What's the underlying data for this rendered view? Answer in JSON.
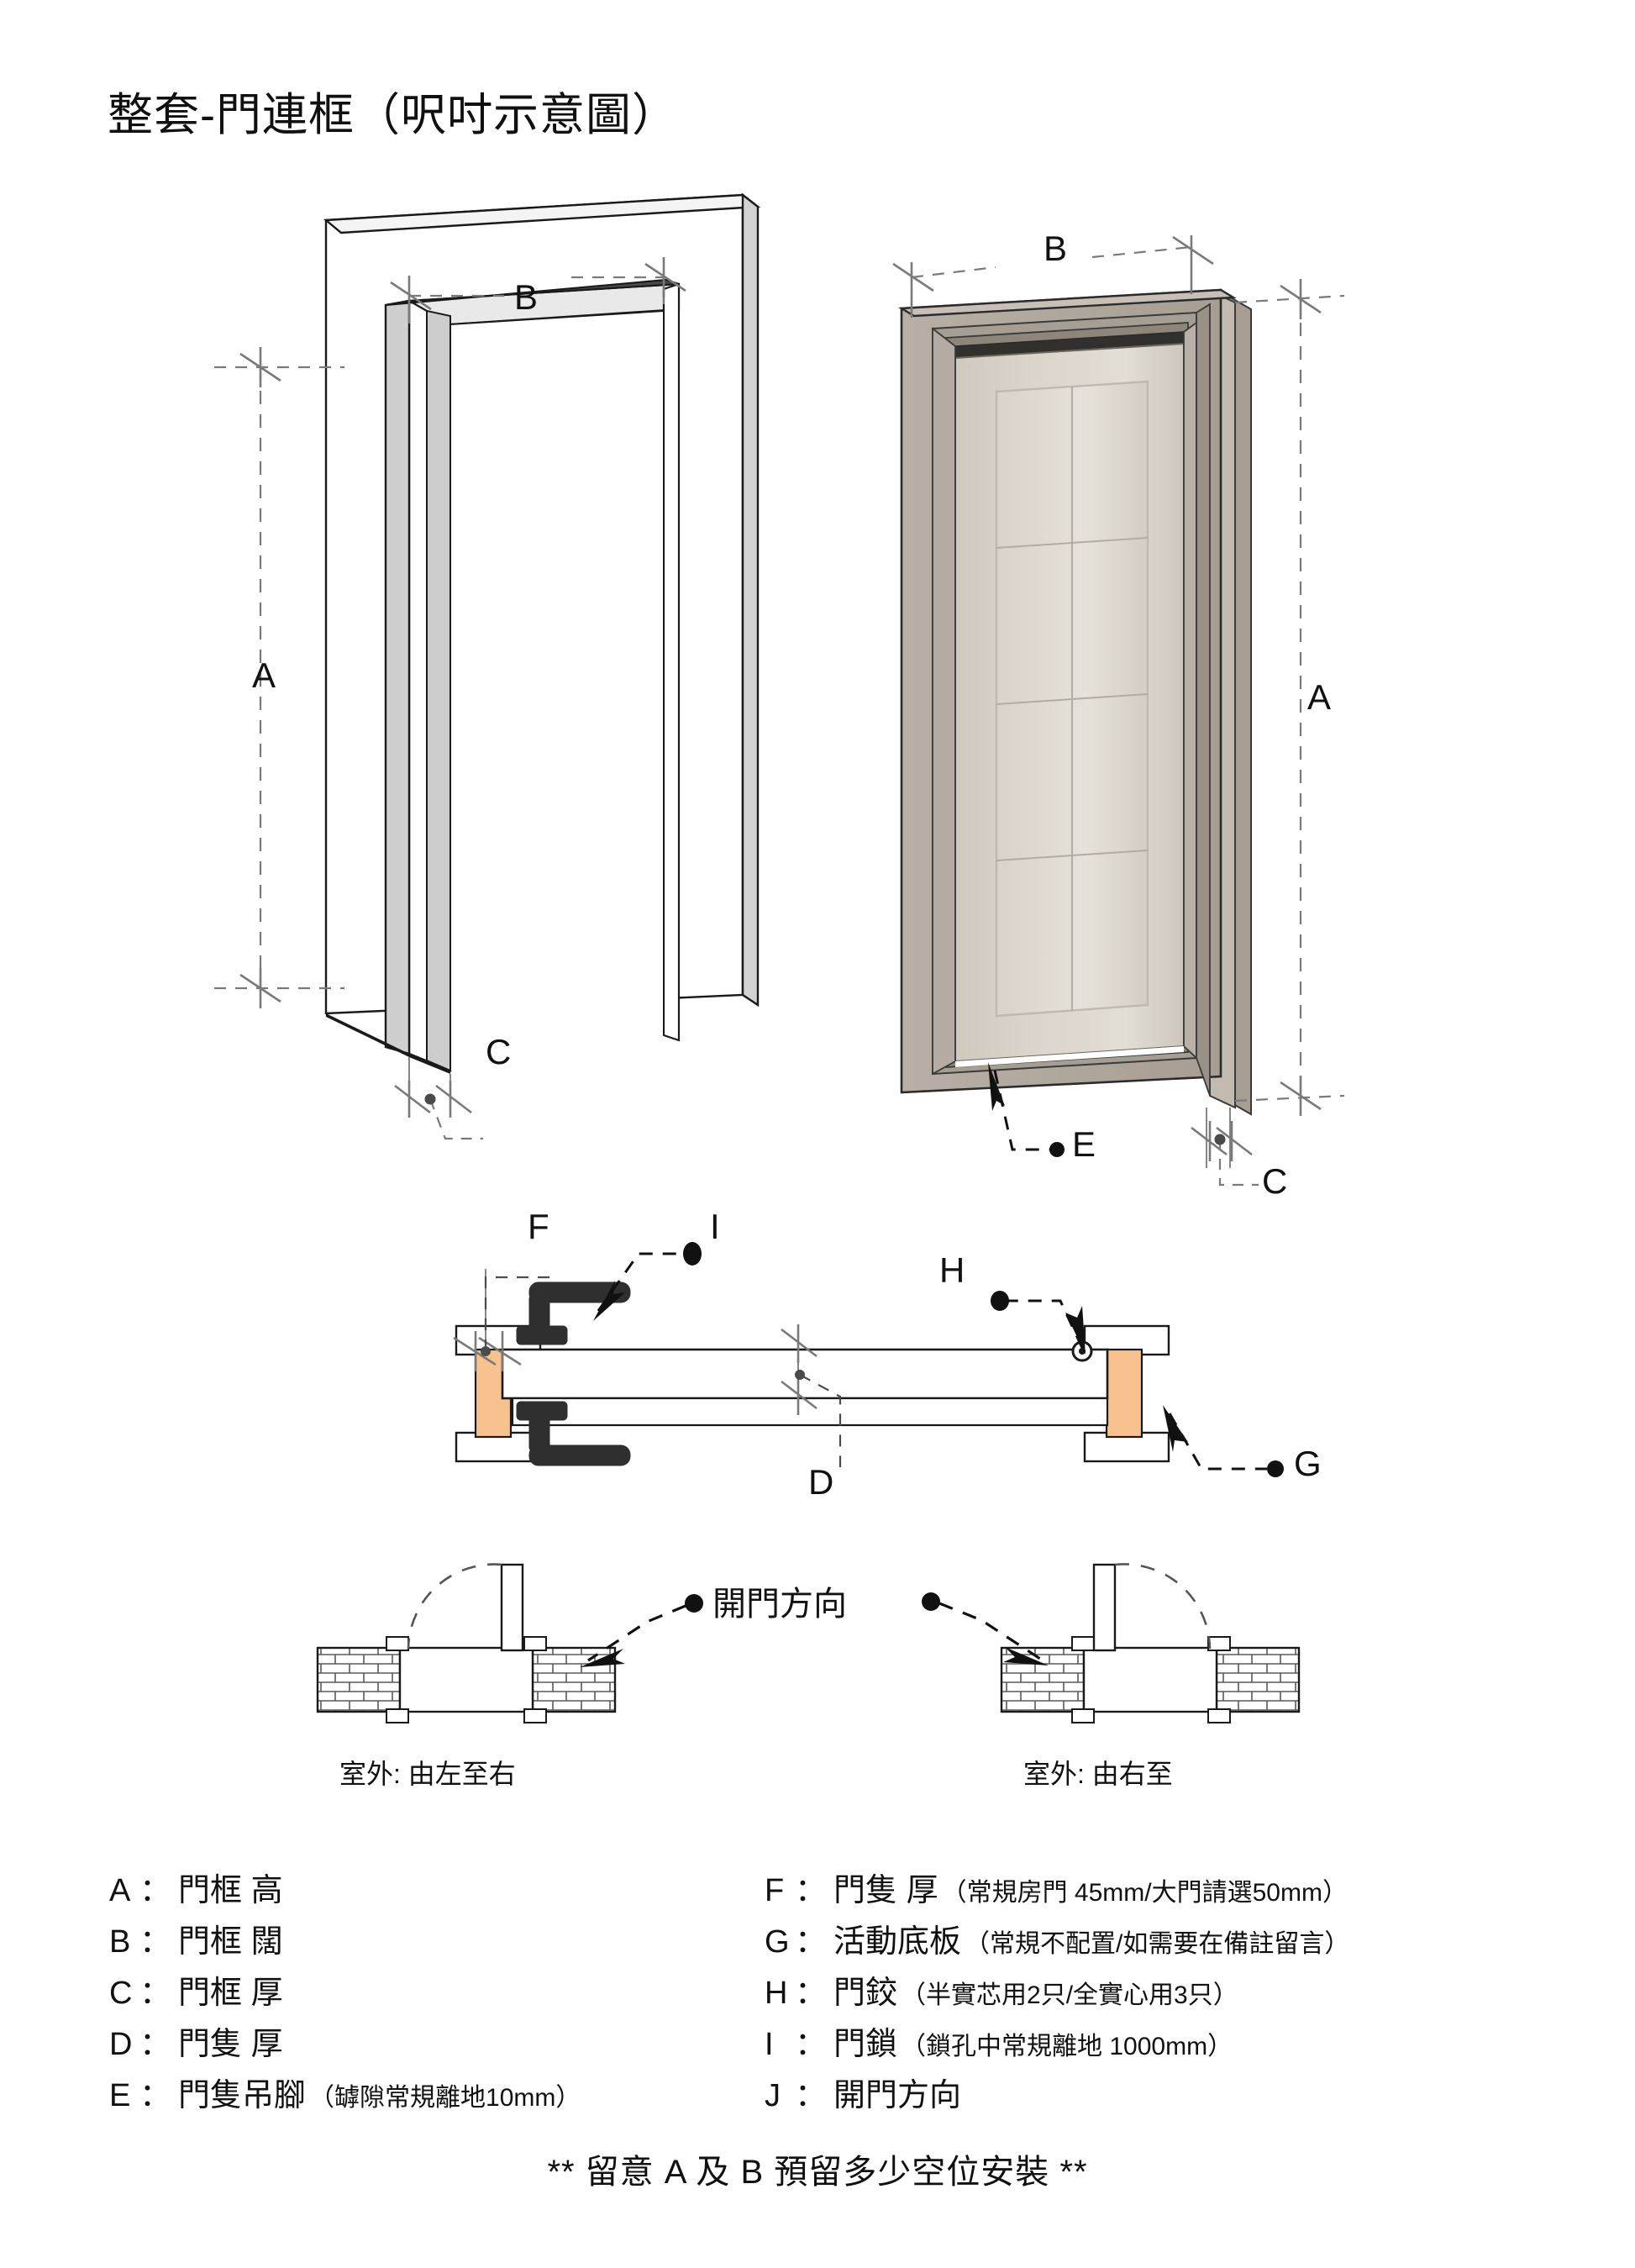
{
  "page": {
    "title": "整套-門連框（呎吋示意圖）",
    "background_color": "#ffffff",
    "ink_color": "#111111"
  },
  "diagram": {
    "frame_view": {
      "name": "門框立體圖",
      "labels": {
        "height": "A",
        "width": "B",
        "thickness": "C"
      },
      "colors": {
        "face": "#ffffff",
        "edge": "#d2d2d2",
        "reveal": "#cfcfcf",
        "head_dark": "#4a4a4a",
        "outline": "#1a1a1a"
      }
    },
    "door_view": {
      "name": "門連框立體圖",
      "labels": {
        "height": "A",
        "width": "B",
        "thickness": "C",
        "bottom_gap": "E"
      },
      "colors": {
        "leaf": "#d7d1c8",
        "leaf_light": "#e2ddd5",
        "frame": "#b3aaa0",
        "frame_dark": "#8e857b",
        "shadow": "#5c5750",
        "outline": "#2b2b2b"
      }
    },
    "section_view": {
      "name": "門隻水平剖面圖",
      "labels": {
        "leaf_thickness": "F",
        "lock": "I",
        "hinge": "H",
        "frame_thickness": "D",
        "bottom_plate": "G"
      },
      "colors": {
        "leaf": "#ffffff",
        "jamb_fill": "#f7c28e",
        "handle": "#2f2f2f",
        "outline": "#1a1a1a"
      }
    },
    "swing_view": {
      "name": "開門方向平面圖",
      "center_label": "開門方向",
      "left_caption": "室外: 由左至右",
      "right_caption": "室外: 由右至",
      "colors": {
        "wall_hatch": "#3a3a3a",
        "outline": "#1a1a1a",
        "arc": "#555555"
      }
    }
  },
  "legend": {
    "left": [
      {
        "key": "A",
        "sep": "：",
        "term": "門框 高",
        "note": ""
      },
      {
        "key": "B",
        "sep": "：",
        "term": "門框 闊",
        "note": ""
      },
      {
        "key": "C",
        "sep": "：",
        "term": "門框 厚",
        "note": ""
      },
      {
        "key": "D",
        "sep": "：",
        "term": "門隻 厚",
        "note": ""
      },
      {
        "key": "E",
        "sep": "：",
        "term": "門隻吊腳",
        "note": "（罅隙常規離地10mm）"
      }
    ],
    "right": [
      {
        "key": "F",
        "sep": "：",
        "term": "門隻 厚",
        "note": "（常規房門 45mm/大門請選50mm）"
      },
      {
        "key": "G",
        "sep": "：",
        "term": "活動底板",
        "note": "（常規不配置/如需要在備註留言）"
      },
      {
        "key": "H",
        "sep": "：",
        "term": "門鉸",
        "note": "（半實芯用2只/全實心用3只）"
      },
      {
        "key": "I",
        "sep": "：",
        "term": "門鎖",
        "note": "（鎖孔中常規離地 1000mm）"
      },
      {
        "key": "J",
        "sep": "：",
        "term": "開門方向",
        "note": ""
      }
    ]
  },
  "footer": {
    "note": "** 留意 A 及 B 預留多少空位安裝 **"
  }
}
